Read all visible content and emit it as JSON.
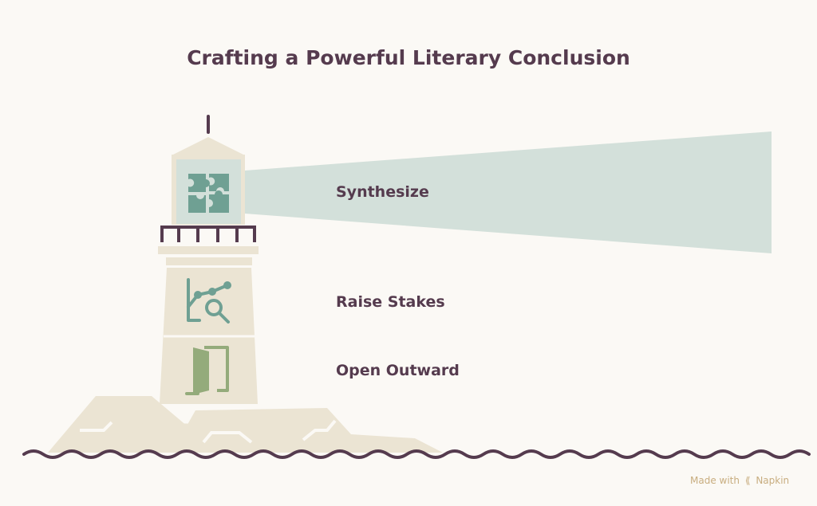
{
  "title": "Crafting a Powerful Literary Conclusion",
  "steps": [
    {
      "label": "Synthesize",
      "icon": "puzzle-icon"
    },
    {
      "label": "Raise Stakes",
      "icon": "chart-magnifier-icon"
    },
    {
      "label": "Open Outward",
      "icon": "open-door-icon"
    }
  ],
  "credit": {
    "prefix": "Made with",
    "brand": "Napkin"
  },
  "colors": {
    "background": "#fbf9f5",
    "tower": "#ebe4d3",
    "beam": "#d3e0da",
    "text": "#553b4e",
    "icon_teal": "#6fa093",
    "icon_green": "#94ab7b",
    "credit": "#c8ad7f"
  }
}
